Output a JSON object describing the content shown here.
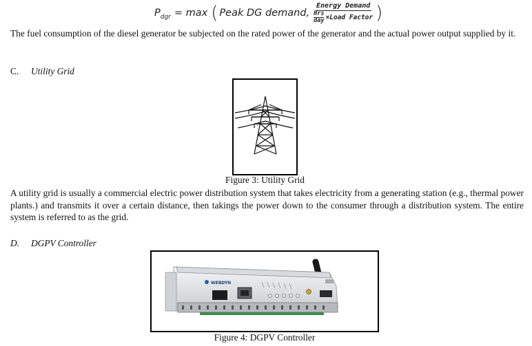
{
  "equation": {
    "lhs_main": "P",
    "lhs_sub": "dgr",
    "op": "= max",
    "arg1": "Peak DG demand,",
    "frac_numerator": "Energy Demand",
    "hrs": "Hrs",
    "day": "day",
    "tail": "×Load Factor"
  },
  "paragraphs": {
    "fuel": "The fuel consumption of the diesel generator be subjected on the rated power of the generator and the actual power output supplied by it.",
    "grid": "A utility grid is usually a commercial electric power distribution system that takes electricity from a generating station (e.g., thermal power plants.) and transmits it over a certain distance, then takings the power down to the consumer through a distribution system. The entire system is referred to as the grid."
  },
  "sections": {
    "c": {
      "number": "C.",
      "title": "Utility Grid"
    },
    "d": {
      "number": "D.",
      "title": "DGPV Controller"
    }
  },
  "figures": {
    "fig3": {
      "caption": "Figure 3: Utility Grid",
      "icon": "transmission-tower-icon"
    },
    "fig4": {
      "caption": "Figure 4: DGPV Controller",
      "device_brand": "WEBDYN",
      "icon": "controller-device-image"
    }
  }
}
